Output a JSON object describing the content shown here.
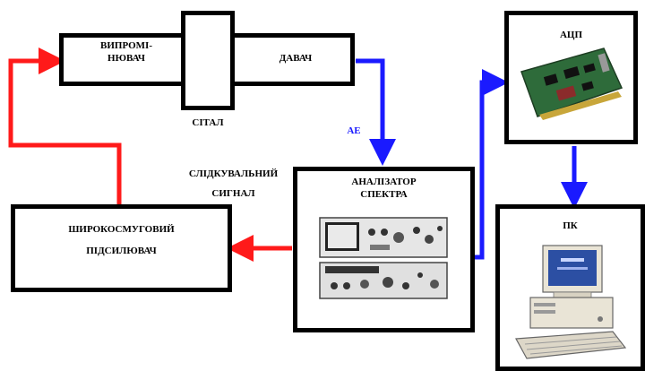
{
  "blocks": {
    "emitter": "ВИПРОМІ-НЮВАЧ",
    "emitter_line1": "ВИПРОМІ-",
    "emitter_line2": "НЮВАЧ",
    "sensor": "ДАВАЧ",
    "steel": "СІТАЛ",
    "adc": "АЦП",
    "analyzer_line1": "АНАЛІЗАТОР",
    "analyzer_line2": "СПЕКТРА",
    "amplifier_line1": "ШИРОКОСМУГОВИЙ",
    "amplifier_line2": "ПІДСИЛЮВАЧ",
    "pc": "ПК"
  },
  "labels": {
    "ae": "АЕ",
    "tracking_line1": "СЛІДКУВАЛЬНИЙ",
    "tracking_line2": "СИГНАЛ"
  },
  "colors": {
    "red": "#ff1a1a",
    "blue": "#1a1aff",
    "ae_text": "#1a1aff"
  }
}
